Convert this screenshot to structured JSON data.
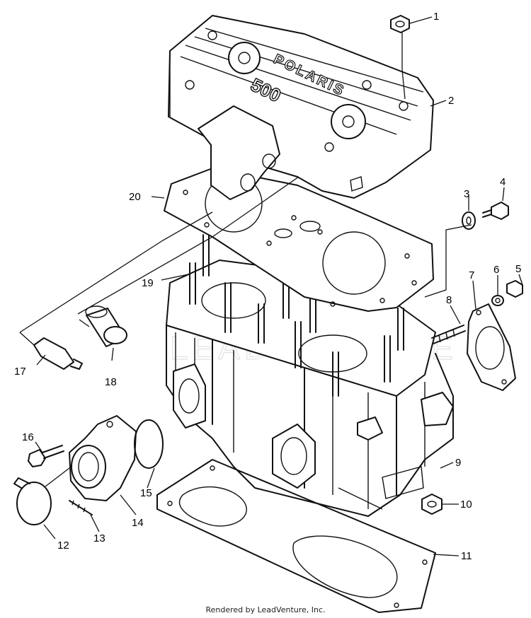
{
  "diagram": {
    "cover_brand": "POLARIS",
    "cover_model": "500",
    "watermark": "LEADVENTURE",
    "credit": "Rendered by LeadVenture, Inc.",
    "callouts": {
      "c1": "1",
      "c2": "2",
      "c3": "3",
      "c4": "4",
      "c5": "5",
      "c6": "6",
      "c7": "7",
      "c8": "8",
      "c9": "9",
      "c10": "10",
      "c11": "11",
      "c12": "12",
      "c13": "13",
      "c14": "14",
      "c15": "15",
      "c16": "16",
      "c17": "17",
      "c18": "18",
      "c19": "19",
      "c20": "20"
    }
  }
}
